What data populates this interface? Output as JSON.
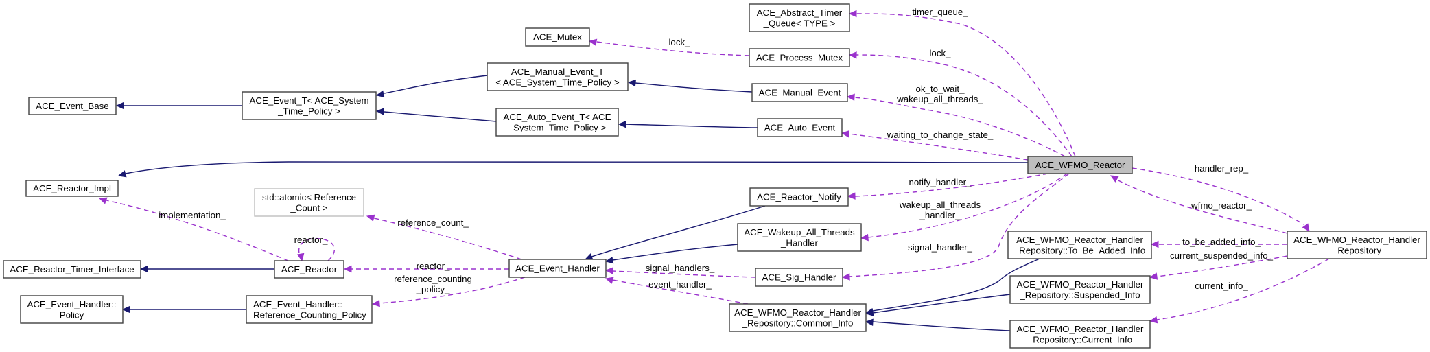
{
  "diagram": {
    "title": "Collaboration diagram for ACE_WFMO_Reactor",
    "colors": {
      "inheritance_edge": "#191970",
      "member_edge": "#9a32cd",
      "current_node_fill": "#bfbfbf",
      "node_border": "#404040",
      "external_node_border": "#bfbfbf"
    },
    "nodes": [
      {
        "id": "ace_event_base",
        "lines": [
          "ACE_Event_Base"
        ]
      },
      {
        "id": "ace_event_t",
        "lines": [
          "ACE_Event_T< ACE_System",
          "_Time_Policy >"
        ]
      },
      {
        "id": "ace_mutex",
        "lines": [
          "ACE_Mutex"
        ]
      },
      {
        "id": "ace_manual_event_t",
        "lines": [
          "ACE_Manual_Event_T",
          "< ACE_System_Time_Policy >"
        ]
      },
      {
        "id": "ace_auto_event_t",
        "lines": [
          "ACE_Auto_Event_T< ACE",
          "_System_Time_Policy >"
        ]
      },
      {
        "id": "ace_abstract_timer_queue",
        "lines": [
          "ACE_Abstract_Timer",
          "_Queue< TYPE >"
        ]
      },
      {
        "id": "ace_process_mutex",
        "lines": [
          "ACE_Process_Mutex"
        ]
      },
      {
        "id": "ace_manual_event",
        "lines": [
          "ACE_Manual_Event"
        ]
      },
      {
        "id": "ace_auto_event",
        "lines": [
          "ACE_Auto_Event"
        ]
      },
      {
        "id": "ace_reactor_impl",
        "lines": [
          "ACE_Reactor_Impl"
        ]
      },
      {
        "id": "std_atomic_reference_count",
        "lines": [
          "std::atomic< Reference",
          "_Count >"
        ],
        "external": true
      },
      {
        "id": "ace_reactor_timer_interface",
        "lines": [
          "ACE_Reactor_Timer_Interface"
        ]
      },
      {
        "id": "ace_reactor",
        "lines": [
          "ACE_Reactor"
        ]
      },
      {
        "id": "ace_event_handler_policy",
        "lines": [
          "ACE_Event_Handler::",
          "Policy"
        ]
      },
      {
        "id": "ace_event_handler_reference_counting_policy",
        "lines": [
          "ACE_Event_Handler::",
          "Reference_Counting_Policy"
        ],
        "align": "left"
      },
      {
        "id": "ace_event_handler",
        "lines": [
          "ACE_Event_Handler"
        ]
      },
      {
        "id": "ace_reactor_notify",
        "lines": [
          "ACE_Reactor_Notify"
        ]
      },
      {
        "id": "ace_wakeup_all_threads_handler",
        "lines": [
          "ACE_Wakeup_All_Threads",
          "_Handler"
        ]
      },
      {
        "id": "ace_sig_handler",
        "lines": [
          "ACE_Sig_Handler"
        ]
      },
      {
        "id": "common_info",
        "lines": [
          "ACE_WFMO_Reactor_Handler",
          "_Repository::Common_Info"
        ]
      },
      {
        "id": "ace_wfmo_reactor",
        "lines": [
          "ACE_WFMO_Reactor"
        ],
        "current": true
      },
      {
        "id": "to_be_added_info",
        "lines": [
          "ACE_WFMO_Reactor_Handler",
          "_Repository::To_Be_Added_Info"
        ]
      },
      {
        "id": "suspended_info",
        "lines": [
          "ACE_WFMO_Reactor_Handler",
          "_Repository::Suspended_Info"
        ]
      },
      {
        "id": "current_info",
        "lines": [
          "ACE_WFMO_Reactor_Handler",
          "_Repository::Current_Info"
        ]
      },
      {
        "id": "ace_wfmo_reactor_handler_repository",
        "lines": [
          "ACE_WFMO_Reactor_Handler",
          "_Repository"
        ]
      }
    ],
    "edges": [
      {
        "id": "e1",
        "kind": "inherit",
        "from": "ace_event_t",
        "to": "ace_event_base"
      },
      {
        "id": "e2",
        "kind": "inherit",
        "from": "ace_manual_event_t",
        "to": "ace_event_t"
      },
      {
        "id": "e3",
        "kind": "inherit",
        "from": "ace_auto_event_t",
        "to": "ace_event_t"
      },
      {
        "id": "e4",
        "kind": "inherit",
        "from": "ace_manual_event",
        "to": "ace_manual_event_t"
      },
      {
        "id": "e5",
        "kind": "inherit",
        "from": "ace_auto_event",
        "to": "ace_auto_event_t"
      },
      {
        "id": "e6",
        "kind": "inherit",
        "from": "ace_wfmo_reactor",
        "to": "ace_reactor_impl"
      },
      {
        "id": "e7",
        "kind": "inherit",
        "from": "ace_reactor",
        "to": "ace_reactor_timer_interface"
      },
      {
        "id": "e8",
        "kind": "inherit",
        "from": "ace_event_handler_reference_counting_policy",
        "to": "ace_event_handler_policy"
      },
      {
        "id": "e9",
        "kind": "inherit",
        "from": "ace_reactor_notify",
        "to": "ace_event_handler"
      },
      {
        "id": "e10",
        "kind": "inherit",
        "from": "ace_wakeup_all_threads_handler",
        "to": "ace_event_handler"
      },
      {
        "id": "e11",
        "kind": "inherit",
        "from": "to_be_added_info",
        "to": "common_info"
      },
      {
        "id": "e12",
        "kind": "inherit",
        "from": "suspended_info",
        "to": "common_info"
      },
      {
        "id": "e13",
        "kind": "inherit",
        "from": "current_info",
        "to": "common_info"
      },
      {
        "id": "m1",
        "kind": "member",
        "from": "ace_process_mutex",
        "to": "ace_mutex",
        "label": [
          "lock_"
        ]
      },
      {
        "id": "m2",
        "kind": "member",
        "from": "ace_wfmo_reactor",
        "to": "ace_abstract_timer_queue",
        "label": [
          "timer_queue_"
        ]
      },
      {
        "id": "m3",
        "kind": "member",
        "from": "ace_wfmo_reactor",
        "to": "ace_process_mutex",
        "label": [
          "lock_"
        ]
      },
      {
        "id": "m4",
        "kind": "member",
        "from": "ace_wfmo_reactor",
        "to": "ace_manual_event",
        "label": [
          "ok_to_wait_",
          "wakeup_all_threads_"
        ]
      },
      {
        "id": "m5",
        "kind": "member",
        "from": "ace_wfmo_reactor",
        "to": "ace_auto_event",
        "label": [
          "waiting_to_change_state_"
        ]
      },
      {
        "id": "m6",
        "kind": "member",
        "from": "ace_reactor",
        "to": "ace_reactor_impl",
        "label": [
          "implementation_"
        ]
      },
      {
        "id": "m7",
        "kind": "member",
        "from": "ace_reactor",
        "to": "ace_reactor",
        "label": [
          "reactor_"
        ]
      },
      {
        "id": "m8",
        "kind": "member",
        "from": "ace_event_handler",
        "to": "std_atomic_reference_count",
        "label": [
          "reference_count_"
        ]
      },
      {
        "id": "m9",
        "kind": "member",
        "from": "ace_event_handler",
        "to": "ace_reactor",
        "label": [
          "reactor_"
        ]
      },
      {
        "id": "m10",
        "kind": "member",
        "from": "ace_event_handler",
        "to": "ace_event_handler_reference_counting_policy",
        "label": [
          "reference_counting",
          "_policy_"
        ]
      },
      {
        "id": "m11",
        "kind": "member",
        "from": "ace_sig_handler",
        "to": "ace_event_handler",
        "label": [
          "signal_handlers_"
        ]
      },
      {
        "id": "m12",
        "kind": "member",
        "from": "common_info",
        "to": "ace_event_handler",
        "label": [
          "event_handler_"
        ]
      },
      {
        "id": "m13",
        "kind": "member",
        "from": "ace_wfmo_reactor",
        "to": "ace_reactor_notify",
        "label": [
          "notify_handler_"
        ]
      },
      {
        "id": "m14",
        "kind": "member",
        "from": "ace_wfmo_reactor",
        "to": "ace_wakeup_all_threads_handler",
        "label": [
          "wakeup_all_threads",
          "_handler_"
        ]
      },
      {
        "id": "m15",
        "kind": "member",
        "from": "ace_wfmo_reactor",
        "to": "ace_sig_handler",
        "label": [
          "signal_handler_"
        ]
      },
      {
        "id": "m16",
        "kind": "member",
        "from": "ace_wfmo_reactor",
        "to": "ace_wfmo_reactor_handler_repository",
        "label": [
          "handler_rep_"
        ]
      },
      {
        "id": "m17",
        "kind": "member",
        "from": "ace_wfmo_reactor_handler_repository",
        "to": "ace_wfmo_reactor",
        "label": [
          "wfmo_reactor_"
        ]
      },
      {
        "id": "m18",
        "kind": "member",
        "from": "ace_wfmo_reactor_handler_repository",
        "to": "to_be_added_info",
        "label": [
          "to_be_added_info_"
        ]
      },
      {
        "id": "m19",
        "kind": "member",
        "from": "ace_wfmo_reactor_handler_repository",
        "to": "suspended_info",
        "label": [
          "current_suspended_info_"
        ]
      },
      {
        "id": "m20",
        "kind": "member",
        "from": "ace_wfmo_reactor_handler_repository",
        "to": "current_info",
        "label": [
          "current_info_"
        ]
      }
    ]
  }
}
